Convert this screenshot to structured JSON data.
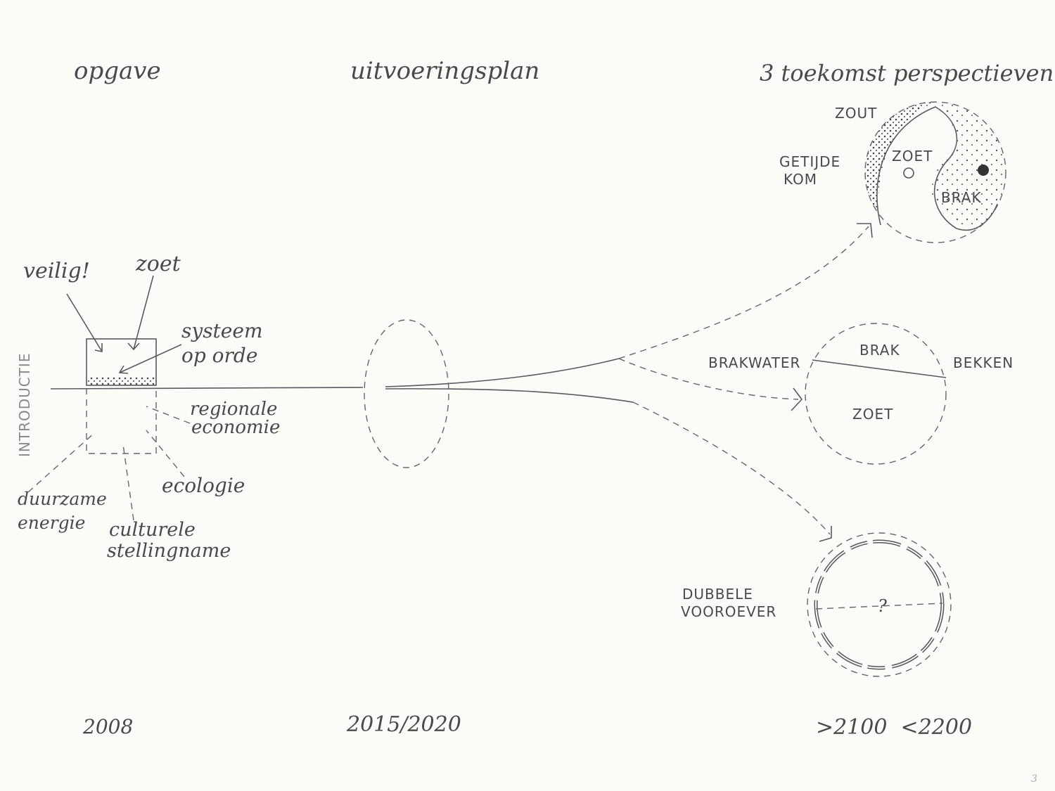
{
  "headings": {
    "opgave": "opgave",
    "uitvoeringsplan": "uitvoeringsplan",
    "perspectieven": "3 toekomst perspectieven"
  },
  "side_label": "INTRODUCTIE",
  "opgave": {
    "veilig": "veilig!",
    "zoet": "zoet",
    "systeem_line1": "systeem",
    "systeem_line2": "op orde",
    "regionale_line1": "regionale",
    "regionale_line2": "economie",
    "duurzame_line1": "duurzame",
    "duurzame_line2": "energie",
    "culturele_line1": "culturele",
    "culturele_line2": "stellingname",
    "ecologie": "ecologie"
  },
  "perspective1": {
    "zout": "ZOUT",
    "getijde_line1": "GETIJDE",
    "getijde_line2": "KOM",
    "zoet": "ZOET",
    "brak": "BRAK"
  },
  "perspective2": {
    "brakwater": "BRAKWATER",
    "brak": "BRAK",
    "bekken": "BEKKEN",
    "zoet": "ZOET"
  },
  "perspective3": {
    "dubbele_line1": "DUBBELE",
    "dubbele_line2": "VOOROEVER",
    "question": "?"
  },
  "years": {
    "start": "2008",
    "middle": "2015/2020",
    "end": ">2100  <2200"
  },
  "page_number": "3"
}
